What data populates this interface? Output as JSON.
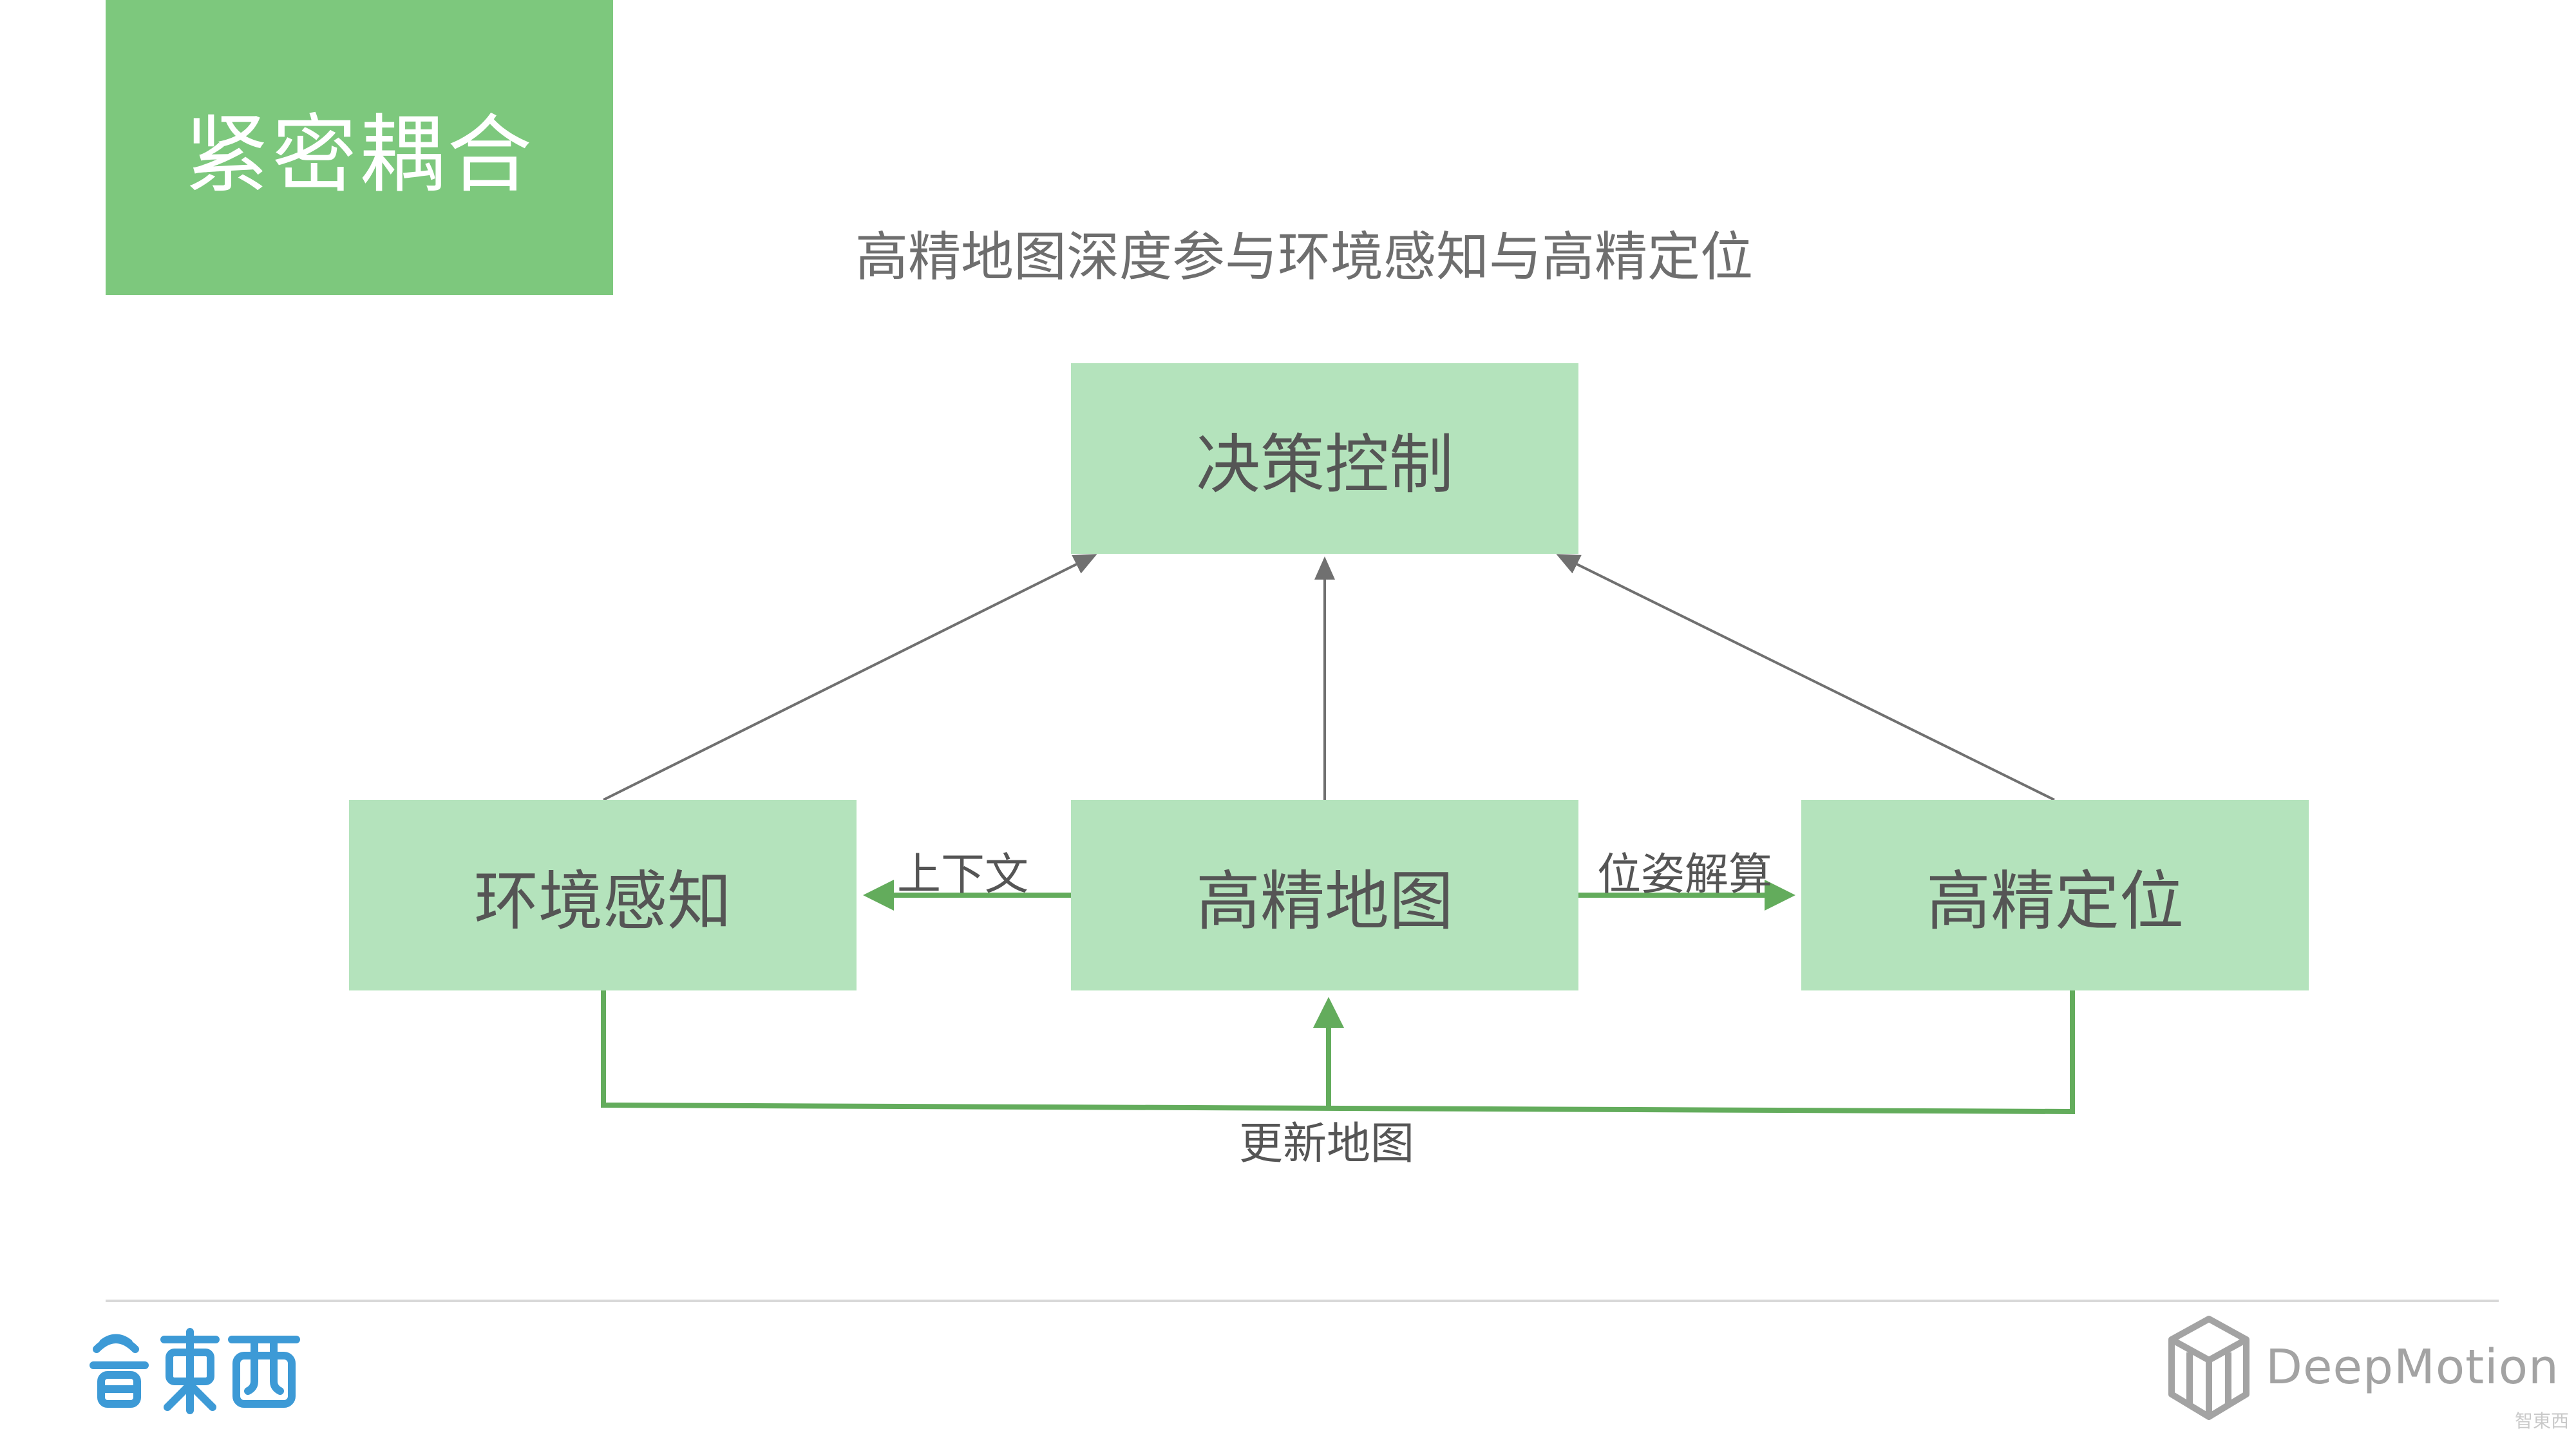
{
  "header": {
    "title": "紧密耦合",
    "subtitle": "高精地图深度参与环境感知与高精定位"
  },
  "nodes": {
    "decision": "决策控制",
    "perception": "环境感知",
    "hdmap": "高精地图",
    "localization": "高精定位"
  },
  "edges": {
    "context": "上下文",
    "pose": "位姿解算",
    "update": "更新地图"
  },
  "footer": {
    "left_logo": "智東西",
    "right_logo": "DeepMotion",
    "corner_mark": "智東西"
  },
  "colors": {
    "title_block": "#7dc87d",
    "node_fill": "#b4e3bc",
    "arrow_green": "#63ac5c",
    "arrow_gray": "#707070",
    "left_logo": "#3d9ad6",
    "right_logo": "#a3a3a3"
  }
}
